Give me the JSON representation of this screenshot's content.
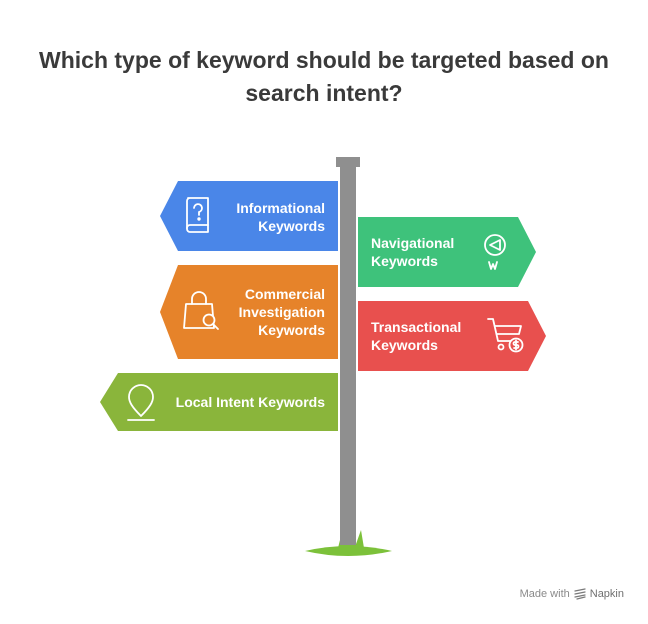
{
  "title": {
    "line1": "Which type of keyword should be targeted based on",
    "line2": "search intent?"
  },
  "signs": {
    "informational": {
      "line1": "Informational",
      "line2": "Keywords",
      "icon": "question-book-icon",
      "color": "#4a86e8"
    },
    "navigational": {
      "line1": "Navigational",
      "line2": "Keywords",
      "icon": "compass-icon",
      "color": "#3ec27b"
    },
    "commercial": {
      "line1": "Commercial",
      "line2": "Investigation",
      "line3": "Keywords",
      "icon": "shopping-bag-search-icon",
      "color": "#e6832a"
    },
    "transactional": {
      "line1": "Transactional",
      "line2": "Keywords",
      "icon": "cart-dollar-icon",
      "color": "#e8504e"
    },
    "local": {
      "line1": "Local Intent Keywords",
      "icon": "map-pin-icon",
      "color": "#8ab53b"
    }
  },
  "footer": {
    "made_with": "Made with",
    "brand": "Napkin"
  },
  "colors": {
    "post": "#8f8f8f",
    "grass": "#7cc13a",
    "title": "#3a3a3a"
  }
}
